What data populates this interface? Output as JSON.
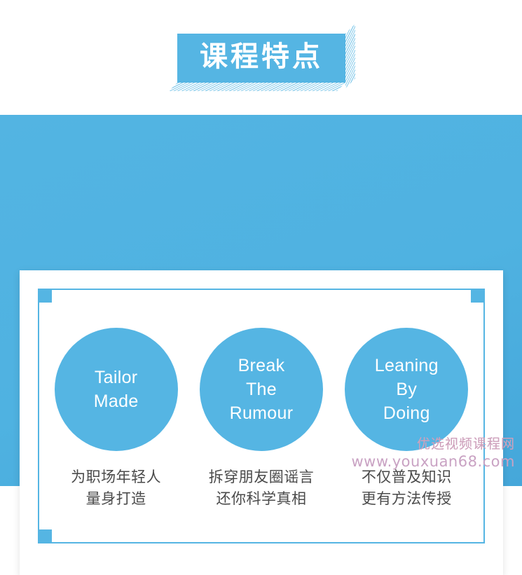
{
  "banner": {
    "title": "课程特点"
  },
  "colors": {
    "brand_blue": "#55b5e3",
    "band_blue": "#4fb2e1",
    "caption_gray": "#4a4a4a",
    "card_white": "#ffffff",
    "watermark_pink": "#c9a2c3"
  },
  "card": {
    "features": [
      {
        "circle_lines": [
          "Tailor",
          "Made"
        ],
        "caption_lines": [
          "为职场年轻人",
          "量身打造"
        ]
      },
      {
        "circle_lines": [
          "Break",
          "The",
          "Rumour"
        ],
        "caption_lines": [
          "拆穿朋友圈谣言",
          "还你科学真相"
        ]
      },
      {
        "circle_lines": [
          "Leaning",
          "By",
          "Doing"
        ],
        "caption_lines": [
          "不仅普及知识",
          "更有方法传授"
        ]
      }
    ]
  },
  "watermark": {
    "site_name": "优选视频课程网",
    "url": "www.youxuan68.com"
  }
}
